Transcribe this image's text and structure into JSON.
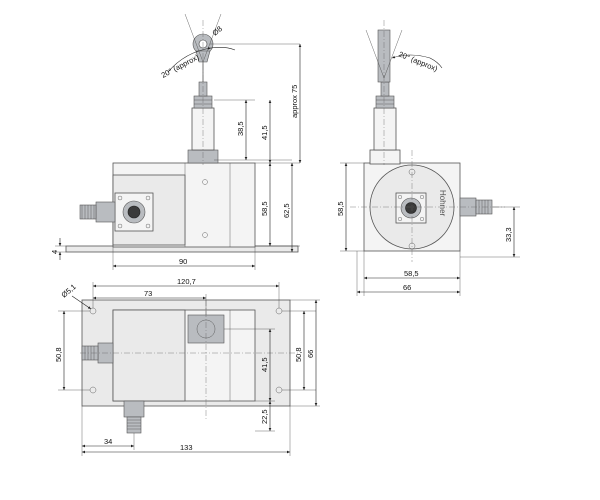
{
  "dimensions": {
    "side_view": {
      "eyelet_dia": "Ø8",
      "angle": "20° (approx)",
      "approx_75": "approx 75",
      "d41_5": "41,5",
      "d38_5": "38,5",
      "d62_5": "62,5",
      "d58_5": "58,5",
      "d4": "4",
      "d90": "90"
    },
    "end_view": {
      "angle": "20° (approx)",
      "d58_5_left": "58,5",
      "d33_3": "33,3",
      "d58_5_bottom": "58,5",
      "d66": "66",
      "brand": "Hohner"
    },
    "top_view": {
      "hole_dia": "Ø5,1",
      "d120_7": "120,7",
      "d73": "73",
      "d50_8_left": "50,8",
      "d41_5": "41,5",
      "d50_8_right": "50,8",
      "d66": "66",
      "d22_5": "22,5",
      "d34": "34",
      "d133": "133"
    }
  }
}
